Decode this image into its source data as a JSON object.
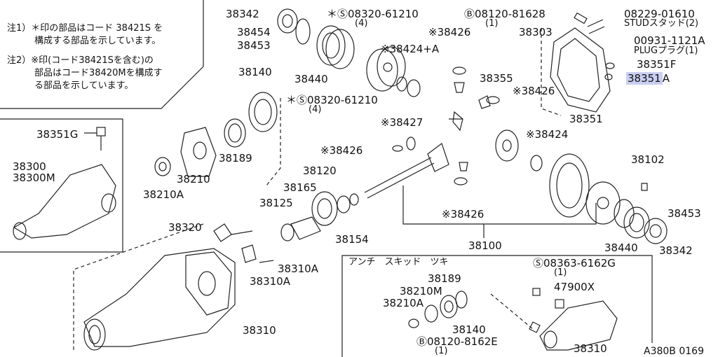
{
  "notes": {
    "note1": "注1）＊印の部品はコード 38421S を\n　　　構成する部品を示しています。",
    "note2": "注2）※印(コード38421Sを含む)の\n　　　部品はコード38420Mを構成す\n　　　る部品を示しています。"
  },
  "labels": {
    "p38342_top": "38342",
    "p38454": "38454",
    "p38453_top": "38453",
    "p38440_top": "38440",
    "p08320_top": "＊Ⓢ08320-61210",
    "p08320_top_qty": "(4)",
    "p08120_top": "Ⓑ08120-81628",
    "p08120_top_qty": "(1)",
    "p08229": "08229-01610",
    "p_stud": "STUDスタッド(2)",
    "p38303": "38303",
    "p00931": "00931-1121A",
    "p_plug": "PLUGプラグ(1)",
    "p38351F": "38351F",
    "p38351A_main": "38351",
    "p38351A_suffix": "A",
    "p38351": "38351",
    "p38426_a": "※38426",
    "p38424A": "※38424+A",
    "p38355": "38355",
    "p38426_b": "※38426",
    "p38140": "38140",
    "p08320_mid": "＊Ⓢ08320-61210",
    "p08320_mid_qty": "(4)",
    "p38427": "※38427",
    "p38424": "※38424",
    "p38351G": "38351G",
    "p38300": "38300",
    "p38300M": "38300M",
    "p38210": "38210",
    "p38189": "38189",
    "p38210A": "38210A",
    "p38426_c": "※38426",
    "p38120": "38120",
    "p38165": "38165",
    "p38125": "38125",
    "p38154": "38154",
    "p38426_d": "※38426",
    "p38102": "38102",
    "p38453_r": "38453",
    "p38440_r": "38440",
    "p38342_r": "38342",
    "p38100": "38100",
    "p38320": "38320",
    "p38310A_1": "38310A",
    "p38310A_2": "38310A",
    "p38310": "38310",
    "inset_title": "アンチ　スキッド　ツキ",
    "i08363": "Ⓢ08363-6162G",
    "i08363_qty": "(1)",
    "i38189": "38189",
    "i38210M": "38210M",
    "i38210A": "38210A",
    "i38140": "38140",
    "i47900X": "47900X",
    "i08120": "Ⓑ08120-8162E",
    "i08120_qty": "(1)",
    "i38310": "38310",
    "diagram_code": "A380B 0169"
  },
  "colors": {
    "ink": "#111111",
    "highlight": "#c9cff2"
  }
}
